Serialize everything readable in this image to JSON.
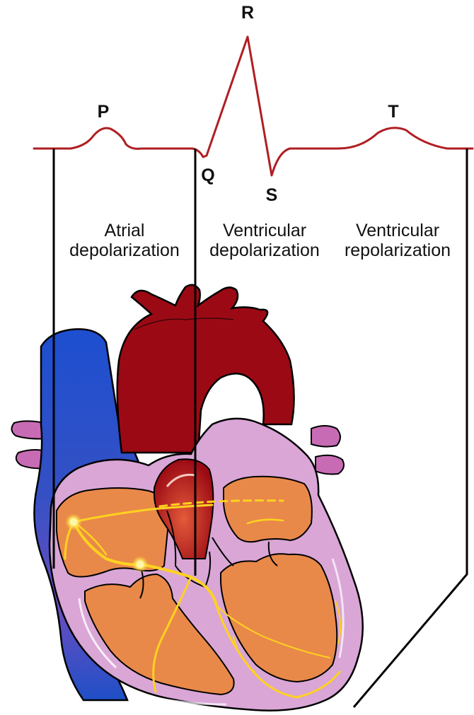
{
  "waveform": {
    "peaks": {
      "p": "P",
      "q": "Q",
      "r": "R",
      "s": "S",
      "t": "T"
    },
    "trace_color": "#b01e22"
  },
  "phases": {
    "atrial": {
      "line1": "Atrial",
      "line2": "depolarization"
    },
    "ventricular_depol": {
      "line1": "Ventricular",
      "line2": "depolarization"
    },
    "ventricular_repol": {
      "line1": "Ventricular",
      "line2": "repolarization"
    }
  },
  "colors": {
    "aorta": "#9b0a14",
    "vena_cava": "#1f4fc7",
    "heart_wall": "#d9a6d6",
    "chamber": "#e8894a",
    "conduction": "#ffd21f",
    "pulmonary_vessels": "#c86bb5"
  }
}
